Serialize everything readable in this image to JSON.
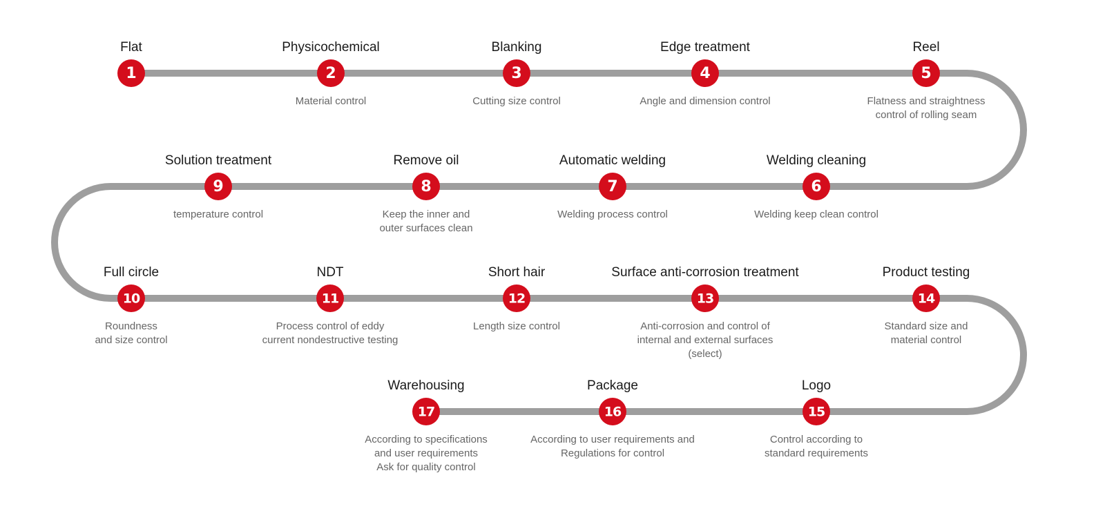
{
  "colors": {
    "accent": "#d40d1c",
    "line": "#9e9e9e",
    "title": "#1a1a1a",
    "description": "#666666"
  },
  "steps": [
    {
      "num": "1",
      "title": "Flat",
      "desc": ""
    },
    {
      "num": "2",
      "title": "Physicochemical",
      "desc": "Material control"
    },
    {
      "num": "3",
      "title": "Blanking",
      "desc": "Cutting size control"
    },
    {
      "num": "4",
      "title": "Edge treatment",
      "desc": "Angle and dimension control"
    },
    {
      "num": "5",
      "title": "Reel",
      "desc": "Flatness and straightness\ncontrol of rolling seam"
    },
    {
      "num": "6",
      "title": "Welding cleaning",
      "desc": "Welding keep clean control"
    },
    {
      "num": "7",
      "title": "Automatic welding",
      "desc": "Welding process control"
    },
    {
      "num": "8",
      "title": "Remove oil",
      "desc": "Keep the inner and\nouter surfaces clean"
    },
    {
      "num": "9",
      "title": "Solution treatment",
      "desc": "temperature control"
    },
    {
      "num": "10",
      "title": "Full circle",
      "desc": "Roundness\nand size control"
    },
    {
      "num": "11",
      "title": "NDT",
      "desc": "Process control of eddy\ncurrent nondestructive testing"
    },
    {
      "num": "12",
      "title": "Short hair",
      "desc": "Length size control"
    },
    {
      "num": "13",
      "title": "Surface anti-corrosion treatment",
      "desc": "Anti-corrosion and control of\ninternal and external surfaces\n(select)"
    },
    {
      "num": "14",
      "title": "Product testing",
      "desc": "Standard size and\nmaterial control"
    },
    {
      "num": "15",
      "title": "Logo",
      "desc": "Control according to\nstandard requirements"
    },
    {
      "num": "16",
      "title": "Package",
      "desc": "According to user requirements and\nRegulations for control"
    },
    {
      "num": "17",
      "title": "Warehousing",
      "desc": "According to specifications\nand user requirements\nAsk for quality control"
    }
  ]
}
